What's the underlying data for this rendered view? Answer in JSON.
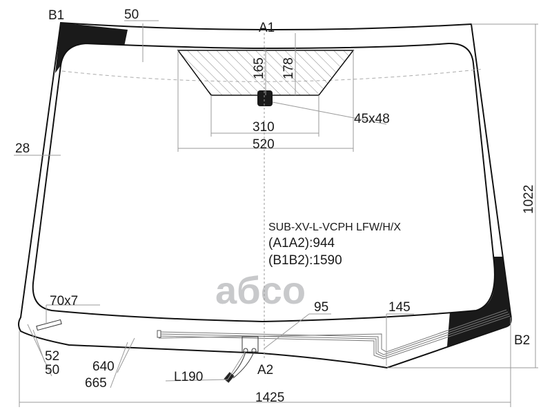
{
  "labels": {
    "b1": "B1",
    "b2": "B2",
    "a1": "A1",
    "a2": "A2"
  },
  "dimensions": {
    "top_band": "50",
    "shade_165": "165",
    "shade_178": "178",
    "camera_size": "45x48",
    "shade_inner_width": "310",
    "shade_outer_width": "520",
    "side_band": "28",
    "height": "1022",
    "width": "1425",
    "bracket": "70x7",
    "bottom_95": "95",
    "bottom_145": "145",
    "d52": "52",
    "d50": "50",
    "d640": "640",
    "d665": "665",
    "wire": "L190"
  },
  "info": {
    "part_code": "SUB-XV-L-VCPH LFW/H/X",
    "a1a2": "(A1A2):944",
    "b1b2": "(B1B2):1590"
  },
  "watermark": "aбco",
  "colors": {
    "frit": "#1a1a1a",
    "hatch": "#888888",
    "dim_line": "#999999",
    "watermark": "#c8c9cb"
  }
}
